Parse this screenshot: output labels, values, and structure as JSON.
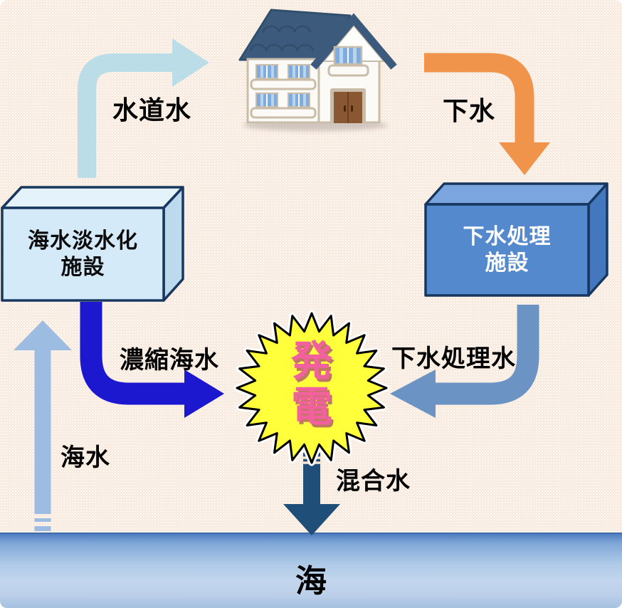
{
  "diagram": {
    "type": "water-energy-cycle-flow",
    "background_color": "#FAE5D5",
    "nodes": [
      {
        "id": "house",
        "kind": "illustration-house"
      },
      {
        "id": "desalination-plant",
        "label_line1": "海水淡水化",
        "label_line2": "施設",
        "fill": "#D4EAF8",
        "outline": "#17375E"
      },
      {
        "id": "sewage-plant",
        "label_line1": "下水処理",
        "label_line2": "施設",
        "fill": "#5589CE",
        "outline": "#17375E"
      },
      {
        "id": "power-generation",
        "label_line1": "発",
        "label_line2": "電",
        "fill": "#FFFF3C",
        "text_color": "#F2609E",
        "outline": "#000000"
      },
      {
        "id": "sea",
        "label": "海",
        "color": "#89ABD8"
      }
    ],
    "flows": [
      {
        "id": "tap-water",
        "label": "水道水",
        "from": "desalination-plant",
        "to": "house",
        "color": "#BBDDE8"
      },
      {
        "id": "sewage",
        "label": "下水",
        "from": "house",
        "to": "sewage-plant",
        "color": "#F0944C"
      },
      {
        "id": "concentrated-seawater",
        "label": "濃縮海水",
        "from": "desalination-plant",
        "to": "power-generation",
        "color": "#1B18D0"
      },
      {
        "id": "treated-sewage-water",
        "label": "下水処理水",
        "from": "sewage-plant",
        "to": "power-generation",
        "color": "#6B93C4"
      },
      {
        "id": "seawater",
        "label": "海水",
        "from": "sea",
        "to": "desalination-plant",
        "color": "#9CBCE2"
      },
      {
        "id": "mixed-water",
        "label": "混合水",
        "from": "power-generation",
        "to": "sea",
        "color": "#1F4E79"
      }
    ]
  }
}
